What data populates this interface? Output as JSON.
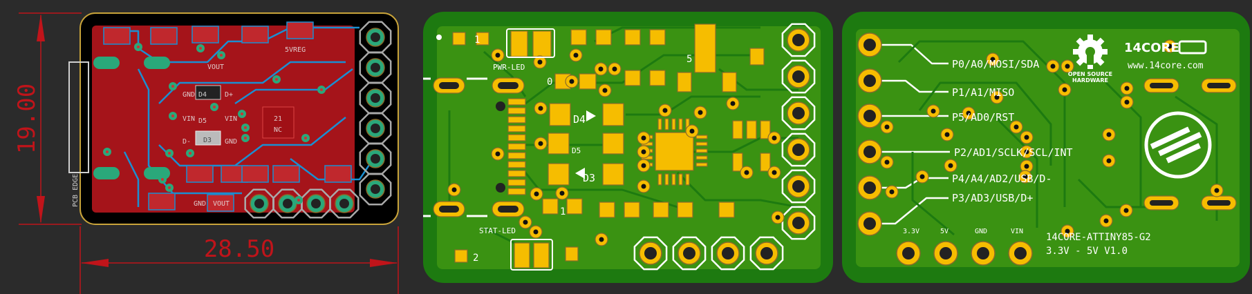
{
  "colors": {
    "background": "#2b2b2b",
    "board_green": "#1d7a10",
    "copper_pour": "#3a9212",
    "pad_gold": "#f6bd00",
    "silk": "#ffffff",
    "dimension_red": "#c0141a",
    "layout_pour_red": "#b3161c",
    "layout_trace_blue": "#1a8fd2",
    "layout_pad_green": "#2aa87a",
    "outline_gold": "#c9a43a"
  },
  "layout_view": {
    "height_dimension": "19.00",
    "width_dimension": "28.50",
    "pcb_edge_label": "PCB EDGE",
    "ic_label": "21\nNC",
    "ic_label_line1": "21",
    "ic_label_line2": "NC",
    "diode_labels": [
      "D4",
      "D5",
      "D3"
    ],
    "pad_labels": [
      "GND",
      "VIN",
      "D-",
      "D+",
      "VIN",
      "GND",
      "VOUT",
      "GND",
      "VOUT"
    ],
    "regulator_label": "5VREG"
  },
  "top_view": {
    "pwr_led_label": "PWR-LED",
    "stat_led_label": "STAT-LED",
    "diode_labels": [
      "D4",
      "D5",
      "D3"
    ],
    "ref_labels": [
      "1",
      "0",
      "5",
      "1",
      "2"
    ]
  },
  "bottom_view": {
    "pin_labels": [
      "P0/A0/MOSI/SDA",
      "P1/A1/MISO",
      "P5/AD0/RST",
      "P2/AD1/SCLK/SCL/INT",
      "P4/A4/AD2/USB/D-",
      "P3/AD3/USB/D+"
    ],
    "power_labels": [
      "3.3V",
      "5V",
      "GND",
      "VIN"
    ],
    "board_name": "14CORE-ATTINY85-G2",
    "board_spec": "3.3V - 5V V1.0",
    "oshw_text_1": "OPEN SOURCE",
    "oshw_text_2": "HARDWARE",
    "brand_logo": "14CORE",
    "brand_url": "www.14core.com"
  }
}
